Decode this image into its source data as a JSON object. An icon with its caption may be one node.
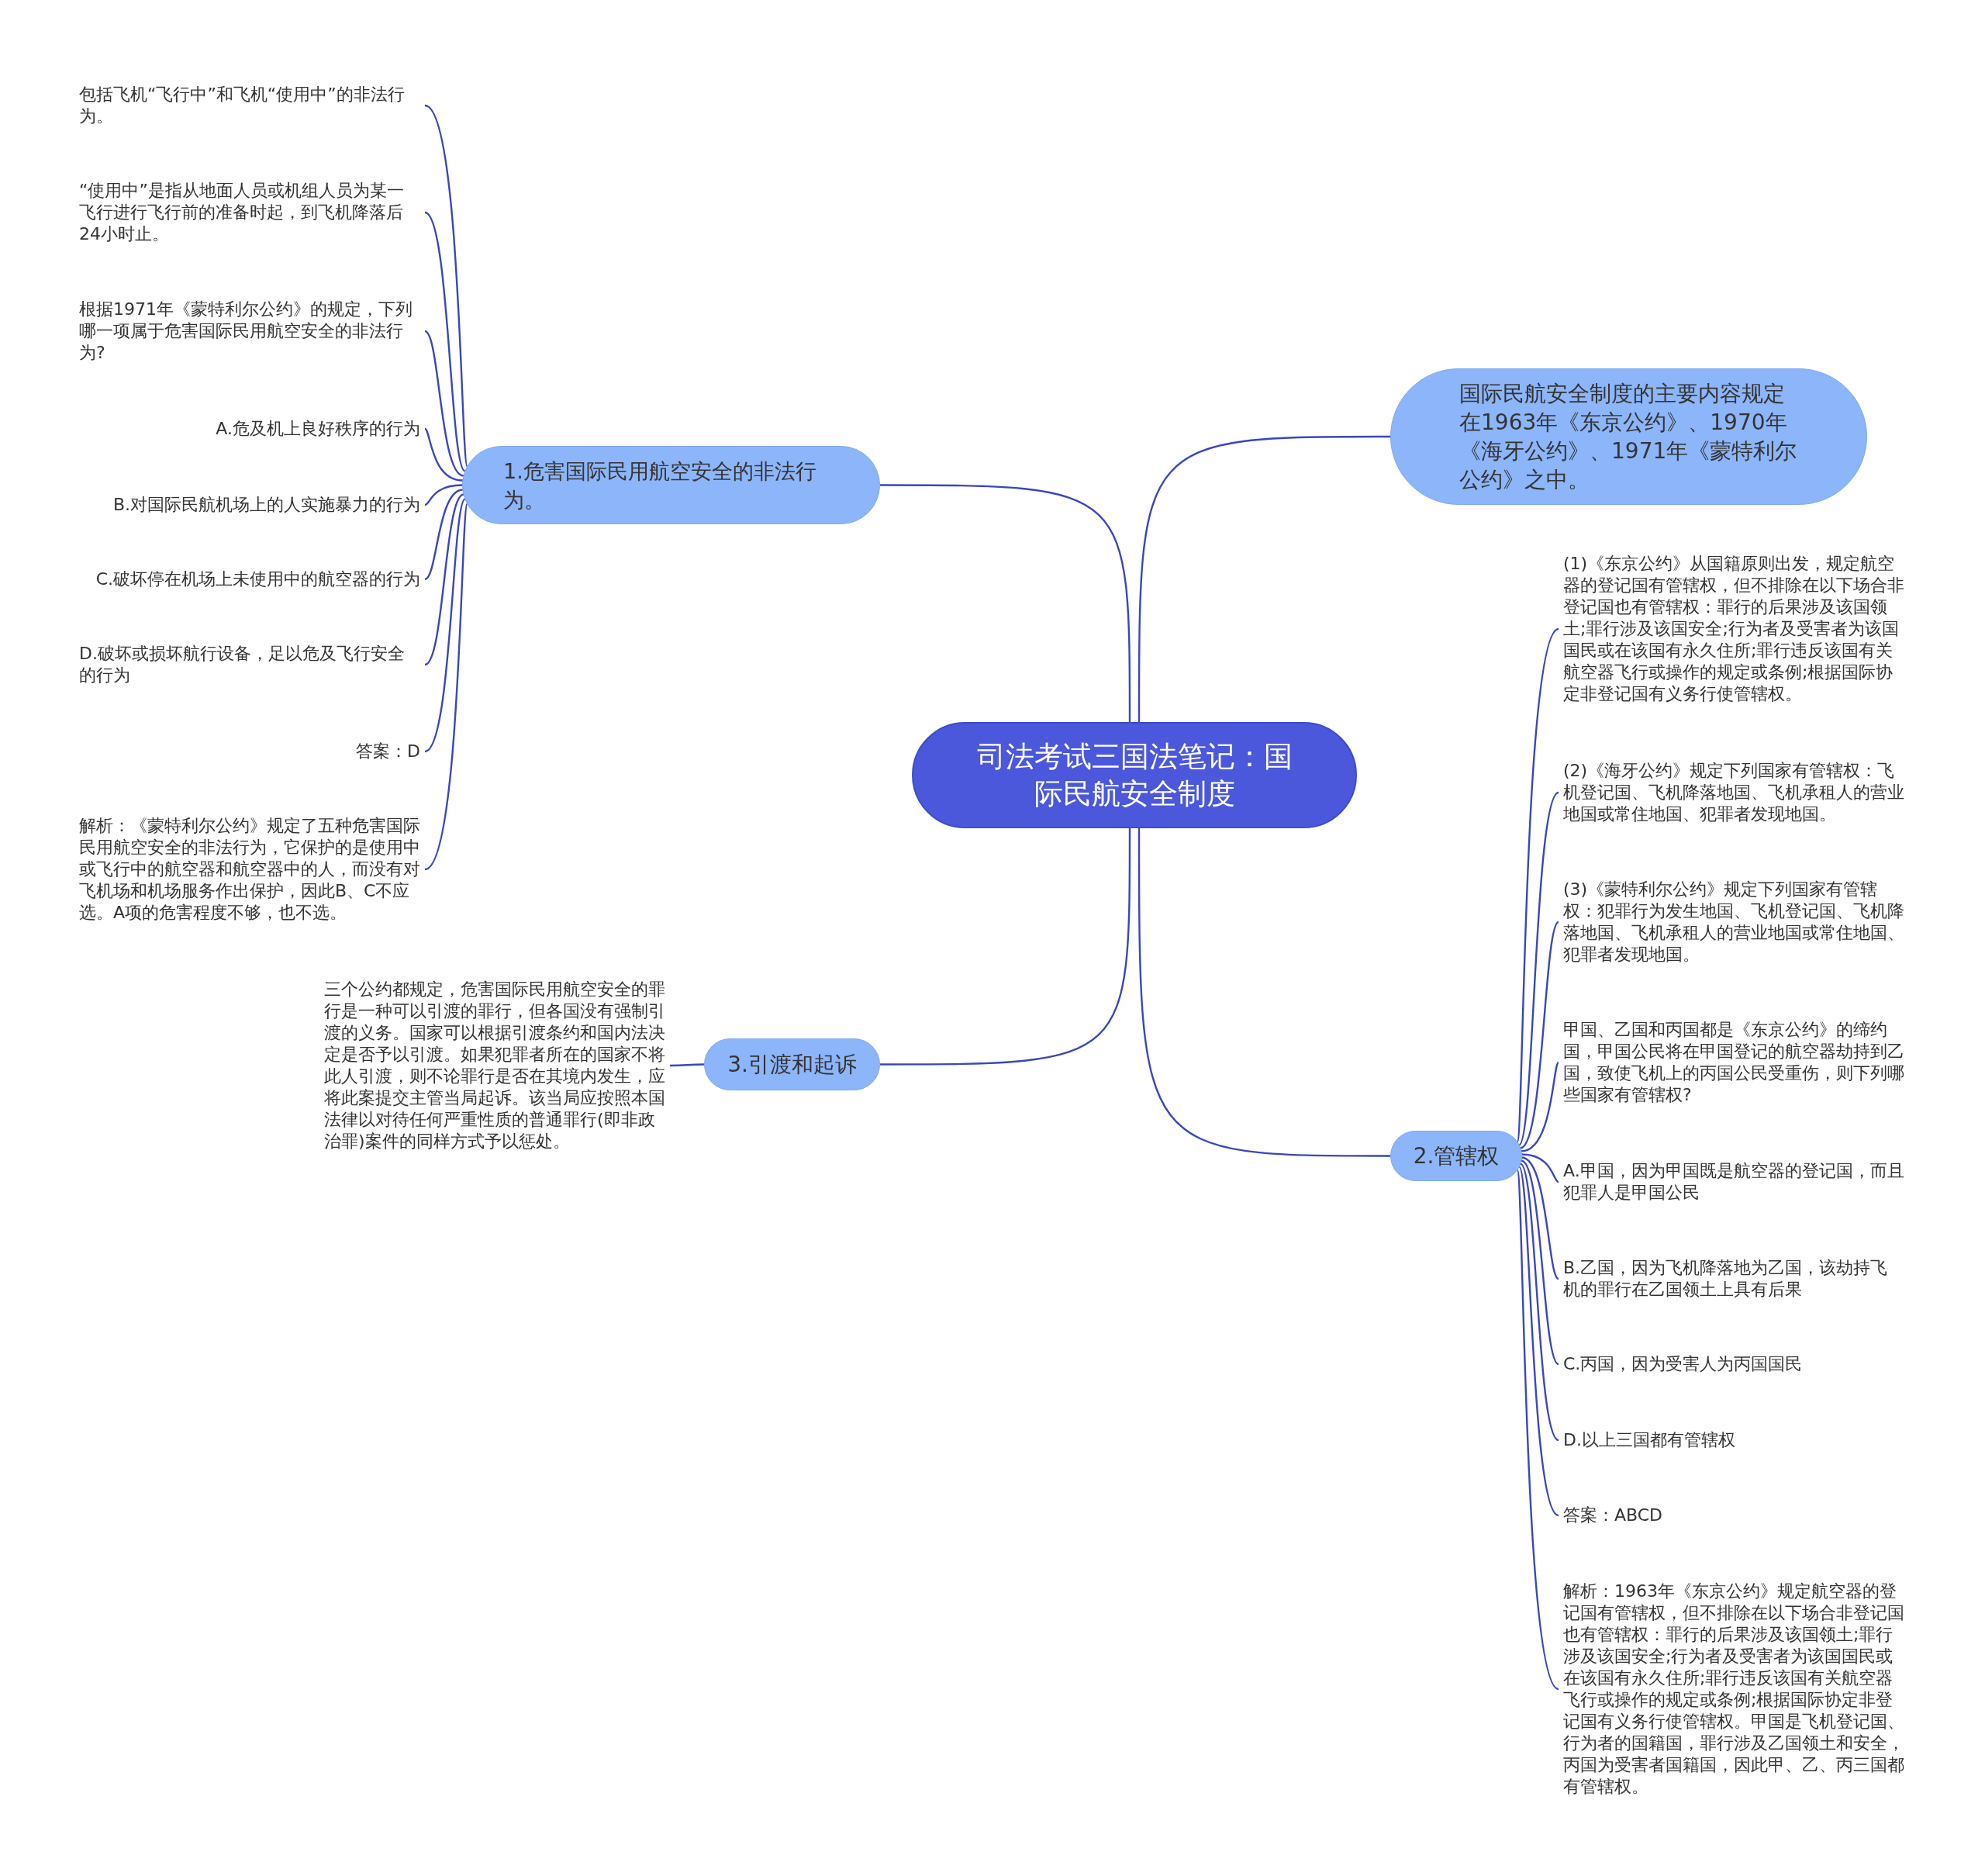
{
  "diagram": {
    "nodes": [
      {
        "text": [
          "司法考试三国法笔记：国际民航安全制度"
        ]
      },
      {
        "text": [
          "1.危害国际民用航空安全的非法行为。"
        ]
      },
      {
        "text": [
          "包括飞机“飞行中”和飞机“使用中”的非法行为。"
        ]
      },
      {
        "text": [
          "“使用中”是指从地面人员或机组人员为某一飞行进行飞行前的准备时起，到飞机降落后24小时止。"
        ]
      },
      {
        "text": [
          "根据1971年《蒙特利尔公约》的规定，下列哪一项属于危害国际民用航空安全的非法行为?"
        ]
      },
      {
        "text": [
          "A.危及机上良好秩序的行为"
        ]
      },
      {
        "text": [
          "B.对国际民航机场上的人实施暴力的行为"
        ]
      },
      {
        "text": [
          "C.破坏停在机场上未使用中的航空器的行为"
        ]
      },
      {
        "text": [
          "D.破坏或损坏航行设备，足以危及飞行安全的行为"
        ]
      },
      {
        "text": [
          "答案：D"
        ]
      },
      {
        "text": [
          "解析：《蒙特利尔公约》规定了五种危害国际民用航空安全的非法行为，它保护的是使用中或飞行中的航空器和航空器中的人，而没有对飞机场和机场服务作出保护，因此B、C不应选。A项的危害程度不够，也不选。"
        ]
      },
      {
        "text": [
          "国际民航安全制度的主要内容规定在1963年《东京公约》、1970年《海牙公约》、1971年《蒙特利尔公约》之中。"
        ]
      },
      {
        "text": [
          "2.管辖权"
        ]
      },
      {
        "text": [
          "(1)《东京公约》从国籍原则出发，规定航空器的登记国有管辖权，但不排除在以下场合非登记国也有管辖权：罪行的后果涉及该国领土;罪行涉及该国安全;行为者及受害者为该国国民或在该国有永久住所;罪行违反该国有关航空器飞行或操作的规定或条例;根据国际协定非登记国有义务行使管辖权。"
        ]
      },
      {
        "text": [
          "(2)《海牙公约》规定下列国家有管辖权：飞机登记国、飞机降落地国、飞机承租人的营业地国或常住地国、犯罪者发现地国。"
        ]
      },
      {
        "text": [
          "(3)《蒙特利尔公约》规定下列国家有管辖权：犯罪行为发生地国、飞机登记国、飞机降落地国、飞机承租人的营业地国或常住地国、犯罪者发现地国。"
        ]
      },
      {
        "text": [
          "甲国、乙国和丙国都是《东京公约》的缔约国，甲国公民将在甲国登记的航空器劫持到乙国，致使飞机上的丙国公民受重伤，则下列哪些国家有管辖权?"
        ]
      },
      {
        "text": [
          "A.甲国，因为甲国既是航空器的登记国，而且犯罪人是甲国公民"
        ]
      },
      {
        "text": [
          "B.乙国，因为飞机降落地为乙国，该劫持飞机的罪行在乙国领土上具有后果"
        ]
      },
      {
        "text": [
          "C.丙国，因为受害人为丙国国民"
        ]
      },
      {
        "text": [
          "D.以上三国都有管辖权"
        ]
      },
      {
        "text": [
          "答案：ABCD"
        ]
      },
      {
        "text": [
          "解析：1963年《东京公约》规定航空器的登记国有管辖权，但不排除在以下场合非登记国也有管辖权：罪行的后果涉及该国领土;罪行涉及该国安全;行为者及受害者为该国国民或在该国有永久住所;罪行违反该国有关航空器飞行或操作的规定或条例;根据国际协定非登记国有义务行使管辖权。甲国是飞机登记国、行为者的国籍国，罪行涉及乙国领土和安全，丙国为受害者国籍国，因此甲、乙、丙三国都有管辖权。"
        ]
      },
      {
        "text": [
          "3.引渡和起诉"
        ]
      },
      {
        "text": [
          "三个公约都规定，危害国际民用航空安全的罪行是一种可以引渡的罪行，但各国没有强制引渡的义务。国家可以根据引渡条约和国内法决定是否予以引渡。如果犯罪者所在的国家不将此人引渡，则不论罪行是否在其境内发生，应将此案提交主管当局起诉。该当局应按照本国法律以对待任何严重性质的普通罪行(即非政治罪)案件的同样方式予以惩处。"
        ]
      }
    ],
    "edges": [
      {
        "from": 0,
        "to": 1,
        "arrow": "none"
      },
      {
        "from": 1,
        "to": 2,
        "arrow": "none"
      },
      {
        "from": 1,
        "to": 3,
        "arrow": "none"
      },
      {
        "from": 1,
        "to": 4,
        "arrow": "none"
      },
      {
        "from": 1,
        "to": 5,
        "arrow": "none"
      },
      {
        "from": 1,
        "to": 6,
        "arrow": "none"
      },
      {
        "from": 1,
        "to": 7,
        "arrow": "none"
      },
      {
        "from": 1,
        "to": 8,
        "arrow": "none"
      },
      {
        "from": 1,
        "to": 9,
        "arrow": "none"
      },
      {
        "from": 1,
        "to": 10,
        "arrow": "none"
      },
      {
        "from": 0,
        "to": 11,
        "arrow": "none"
      },
      {
        "from": 0,
        "to": 12,
        "arrow": "none"
      },
      {
        "from": 12,
        "to": 13,
        "arrow": "none"
      },
      {
        "from": 12,
        "to": 14,
        "arrow": "none"
      },
      {
        "from": 12,
        "to": 15,
        "arrow": "none"
      },
      {
        "from": 12,
        "to": 16,
        "arrow": "none"
      },
      {
        "from": 12,
        "to": 17,
        "arrow": "none"
      },
      {
        "from": 12,
        "to": 18,
        "arrow": "none"
      },
      {
        "from": 12,
        "to": 19,
        "arrow": "none"
      },
      {
        "from": 12,
        "to": 20,
        "arrow": "none"
      },
      {
        "from": 12,
        "to": 21,
        "arrow": "none"
      },
      {
        "from": 12,
        "to": 22,
        "arrow": "none"
      },
      {
        "from": 0,
        "to": 23,
        "arrow": "none"
      },
      {
        "from": 23,
        "to": 24,
        "arrow": "none"
      }
    ]
  }
}
